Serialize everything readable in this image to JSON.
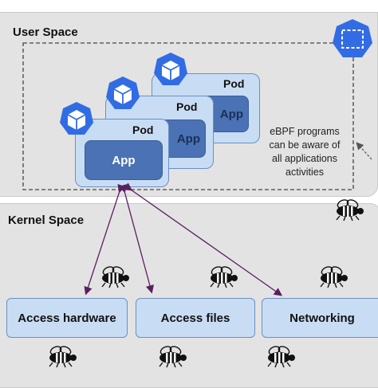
{
  "user_space": {
    "title": "User Space"
  },
  "kernel_space": {
    "title": "Kernel Space"
  },
  "pods": [
    {
      "label": "Pod",
      "app_label": "App"
    },
    {
      "label": "Pod",
      "app_label": "App"
    },
    {
      "label": "Pod",
      "app_label": "App"
    }
  ],
  "note": {
    "line1": "eBPF programs",
    "line2": "can be aware of",
    "line3": "all applications",
    "line4": "activities"
  },
  "kernel_boxes": [
    {
      "label": "Access hardware"
    },
    {
      "label": "Access files"
    },
    {
      "label": "Networking"
    }
  ],
  "colors": {
    "zone_bg": "#e3e3e3",
    "pod_bg": "#c8ddf4",
    "app_bg": "#4a72b5",
    "k8s_blue": "#326ce5",
    "arrow": "#5a1e5e"
  },
  "icons": [
    "kubernetes-cube-icon",
    "bee-icon",
    "container-icon"
  ]
}
